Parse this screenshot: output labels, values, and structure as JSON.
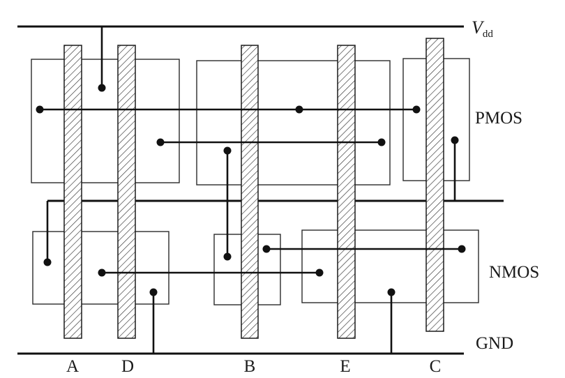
{
  "labels": {
    "vdd_main": "V",
    "vdd_sub": "dd",
    "gnd": "GND",
    "pmos": "PMOS",
    "nmos": "NMOS"
  },
  "gates": [
    {
      "id": "gate-a",
      "label": "A"
    },
    {
      "id": "gate-d",
      "label": "D"
    },
    {
      "id": "gate-b",
      "label": "B"
    },
    {
      "id": "gate-e",
      "label": "E"
    },
    {
      "id": "gate-c",
      "label": "C"
    }
  ],
  "colors": {
    "stroke": "#111111",
    "hatch": "#333333",
    "background": "#ffffff"
  }
}
